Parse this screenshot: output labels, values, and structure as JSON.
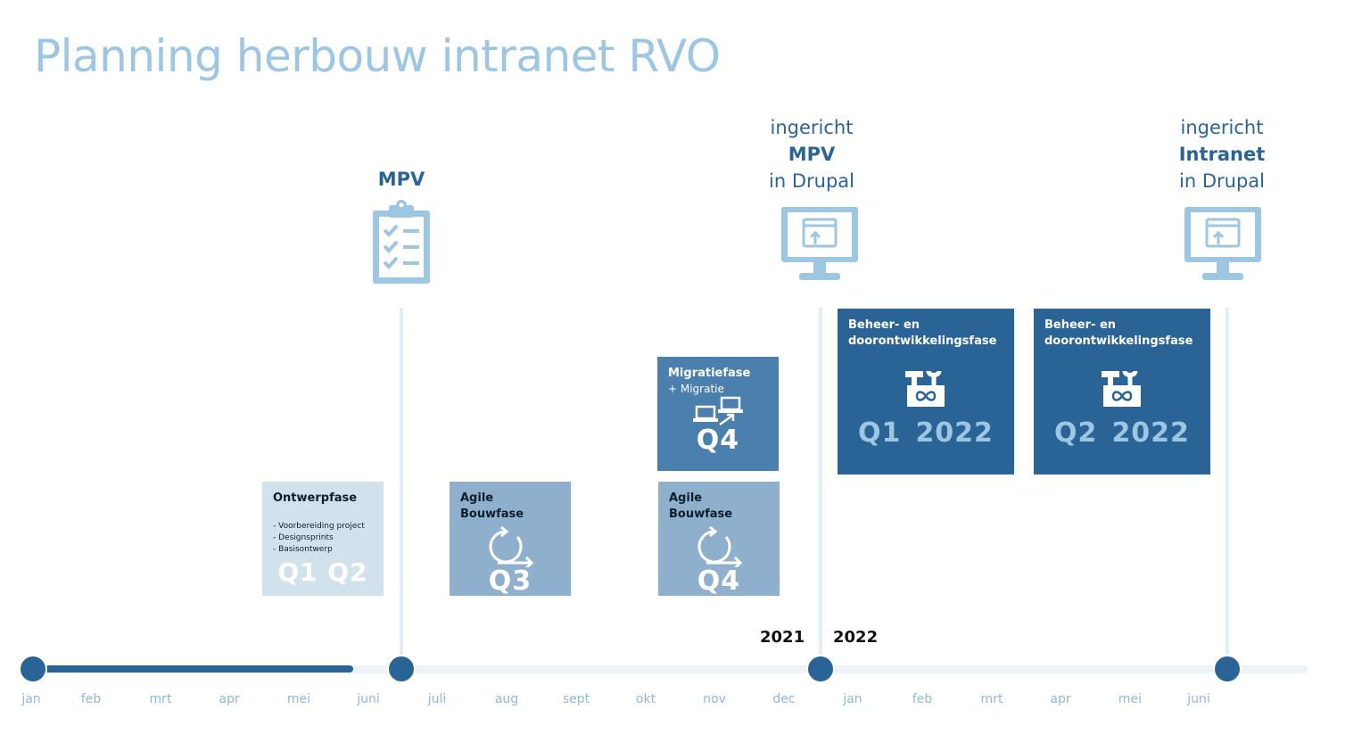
{
  "title": "Planning herbouw intranet RVO",
  "milestones": {
    "mpv": {
      "label": "MPV"
    },
    "mpv_drupal": {
      "line1": "ingericht",
      "line2": "MPV",
      "line3": "in Drupal"
    },
    "intranet_drupal": {
      "line1": "ingericht",
      "line2": "Intranet",
      "line3": "in Drupal"
    }
  },
  "phases": {
    "ontwerp": {
      "title": "Ontwerpfase",
      "items": [
        "- Voorbereiding project",
        "- Designsprints",
        "- Basisontwerp"
      ],
      "q1": "Q1",
      "q2": "Q2"
    },
    "agile_q3": {
      "title": "Agile Bouwfase",
      "quarter": "Q3"
    },
    "agile_q4": {
      "title": "Agile Bouwfase",
      "quarter": "Q4"
    },
    "migratie": {
      "title": "Migratiefase",
      "sub": "+ Migratie",
      "quarter": "Q4"
    },
    "beheer_q1": {
      "title_line1": "Beheer- en",
      "title_line2": "doorontwikkelingsfase",
      "quarter": "Q1",
      "year": "2022"
    },
    "beheer_q2": {
      "title_line1": "Beheer- en",
      "title_line2": "doorontwikkelingsfase",
      "quarter": "Q2",
      "year": "2022"
    }
  },
  "years": {
    "y2021": "2021",
    "y2022": "2022"
  },
  "months": [
    "jan",
    "feb",
    "mrt",
    "apr",
    "mei",
    "juni",
    "juli",
    "aug",
    "sept",
    "okt",
    "nov",
    "dec",
    "jan",
    "feb",
    "mrt",
    "apr",
    "mei",
    "juni"
  ],
  "colors": {
    "dark_blue": "#2a6496",
    "mid_blue": "#4a7fae",
    "light_blue": "#8fb0cc",
    "pale_blue": "#d2e2ed",
    "icon_blue": "#9cc6e2"
  },
  "icons": {
    "mpv": "clipboard-checklist-icon",
    "drupal": "monitor-upload-icon",
    "agile": "cycle-arrow-icon",
    "migratie": "laptops-transfer-icon",
    "beheer": "toolbox-infinity-icon"
  }
}
